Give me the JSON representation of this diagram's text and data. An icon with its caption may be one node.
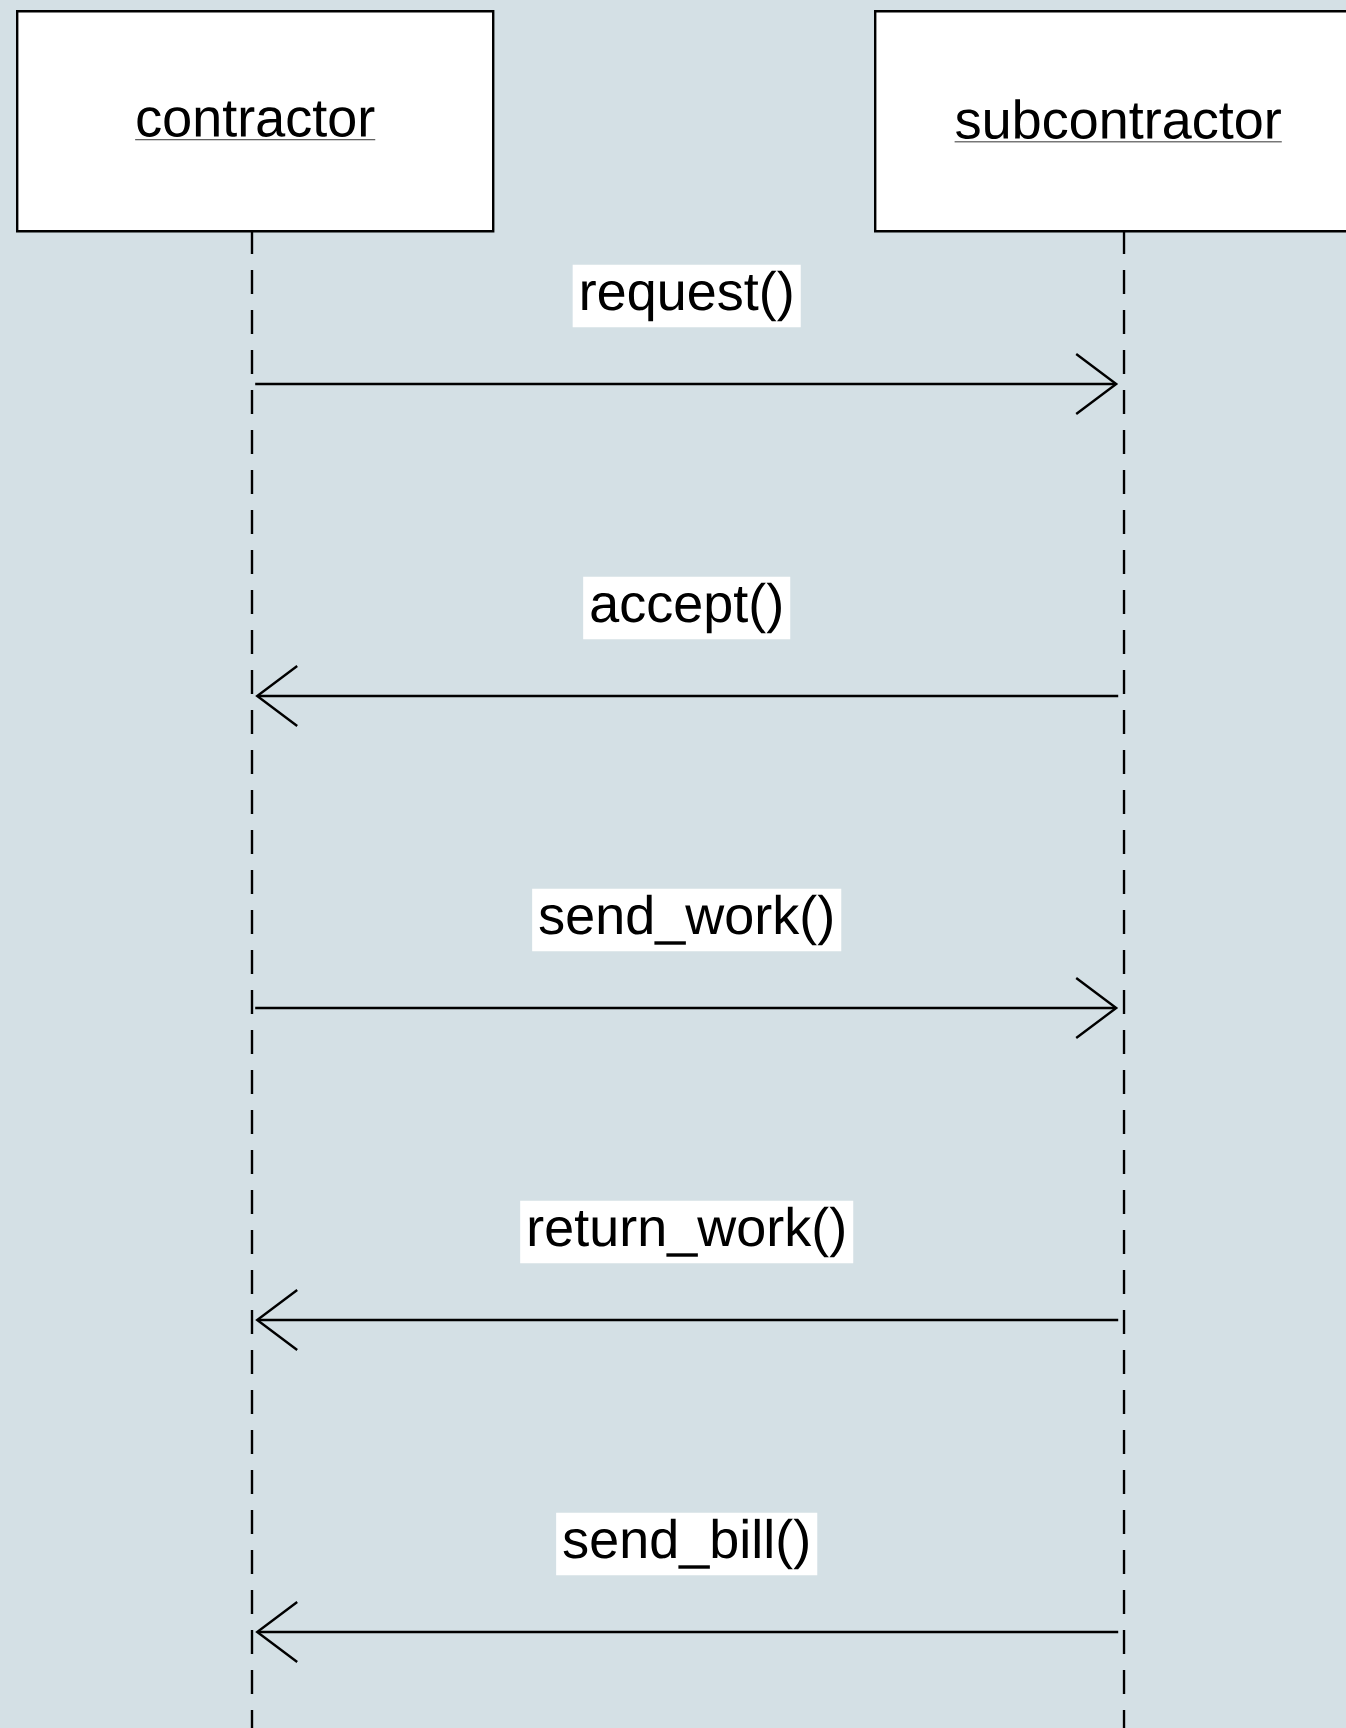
{
  "diagram": {
    "nodes": [
      {
        "text": [
          "contractor"
        ]
      },
      {
        "text": [
          "subcontractor"
        ]
      }
    ],
    "edges": [
      {
        "from": 0,
        "to": 1,
        "arrow": "to",
        "label": "request()"
      },
      {
        "from": 1,
        "to": 0,
        "arrow": "to",
        "label": "accept()"
      },
      {
        "from": 0,
        "to": 1,
        "arrow": "to",
        "label": "send_work()"
      },
      {
        "from": 1,
        "to": 0,
        "arrow": "to",
        "label": "return_work()"
      },
      {
        "from": 1,
        "to": 0,
        "arrow": "to",
        "label": "send_bill()"
      }
    ]
  }
}
